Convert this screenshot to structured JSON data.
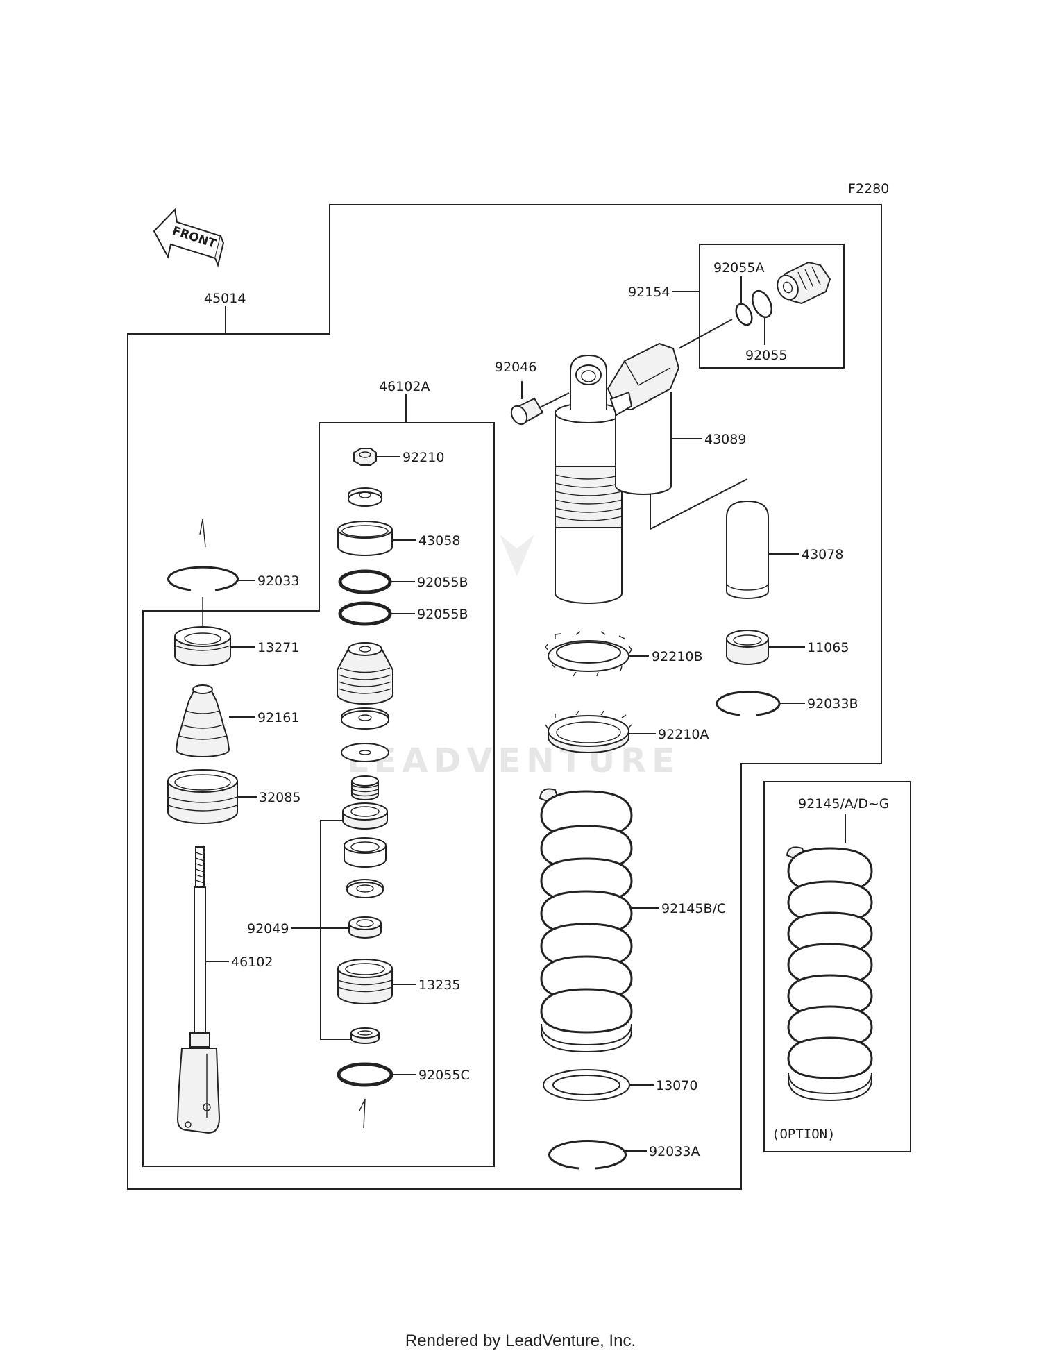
{
  "diagram": {
    "figure_code": "F2280",
    "front_label": "FRONT",
    "watermark": "LEADVENTURE",
    "labels": {
      "p45014": "45014",
      "p46102A": "46102A",
      "p92210": "92210",
      "p43058": "43058",
      "p92033": "92033",
      "p92055B_1": "92055B",
      "p92055B_2": "92055B",
      "p13271": "13271",
      "p92161": "92161",
      "p32085": "32085",
      "p92049": "92049",
      "p46102": "46102",
      "p13235": "13235",
      "p92055C": "92055C",
      "p92154": "92154",
      "p92055A": "92055A",
      "p92055": "92055",
      "p92046": "92046",
      "p43089": "43089",
      "p43078": "43078",
      "p92210B": "92210B",
      "p11065": "11065",
      "p92033B": "92033B",
      "p92210A": "92210A",
      "p92145BC": "92145B/C",
      "p13070": "13070",
      "p92033A": "92033A",
      "p92145ADG": "92145/A/D~G",
      "option": "(OPTION)"
    }
  },
  "footer": {
    "text": "Rendered by LeadVenture, Inc."
  }
}
